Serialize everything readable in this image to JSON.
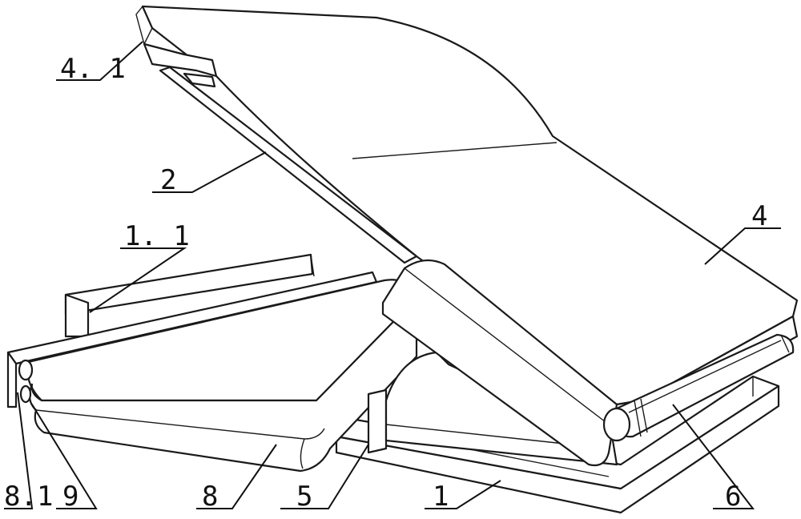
{
  "labels": [
    {
      "id": "4.1",
      "text": "4. 1"
    },
    {
      "id": "2",
      "text": "2"
    },
    {
      "id": "1.1",
      "text": "1. 1"
    },
    {
      "id": "4",
      "text": "4"
    },
    {
      "id": "8.1",
      "text": "8.1"
    },
    {
      "id": "9",
      "text": "9"
    },
    {
      "id": "8",
      "text": "8"
    },
    {
      "id": "5",
      "text": "5"
    },
    {
      "id": "1",
      "text": "1"
    },
    {
      "id": "6",
      "text": "6"
    }
  ]
}
